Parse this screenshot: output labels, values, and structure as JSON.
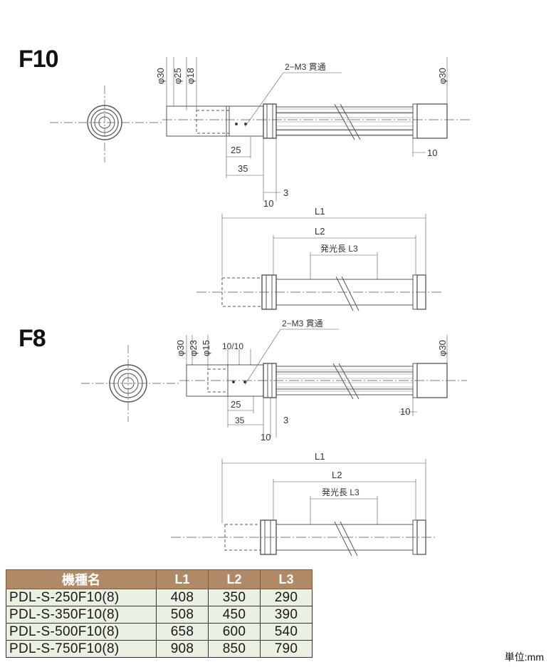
{
  "sections": {
    "f10": {
      "title": "F10",
      "upper": {
        "dim_phi30_left": "φ30",
        "dim_phi25": "φ25",
        "dim_phi18": "φ18",
        "dim_phi30_right": "φ30",
        "hole_note": "2−M3 貫通",
        "dim_25": "25",
        "dim_35": "35",
        "dim_3": "3",
        "dim_10_bottom": "10",
        "dim_10_right": "10"
      },
      "lower": {
        "dim_l1": "L1",
        "dim_l2": "L2",
        "dim_l3": "発光長 L3"
      }
    },
    "f8": {
      "title": "F8",
      "upper": {
        "dim_phi30_left": "φ30",
        "dim_phi23": "φ23",
        "dim_phi15": "φ15",
        "dim_phi30_right": "φ30",
        "dim_10_10": "10/10",
        "hole_note": "2−M3 貫通",
        "dim_25": "25",
        "dim_35": "35",
        "dim_3": "3",
        "dim_10_bottom": "10",
        "dim_10_right": "10"
      },
      "lower": {
        "dim_l1": "L1",
        "dim_l2": "L2",
        "dim_l3": "発光長 L3"
      }
    }
  },
  "table": {
    "headers": [
      "機種名",
      "L1",
      "L2",
      "L3"
    ],
    "rows": [
      [
        "PDL-S-250F10(8)",
        "408",
        "350",
        "290"
      ],
      [
        "PDL-S-350F10(8)",
        "508",
        "450",
        "390"
      ],
      [
        "PDL-S-500F10(8)",
        "658",
        "600",
        "540"
      ],
      [
        "PDL-S-750F10(8)",
        "908",
        "850",
        "790"
      ]
    ]
  },
  "unit_note": "単位:mm",
  "colors": {
    "line": "#555555",
    "table_header_bg": "#b08a67",
    "table_cell_bg": "#eaf0e2"
  }
}
